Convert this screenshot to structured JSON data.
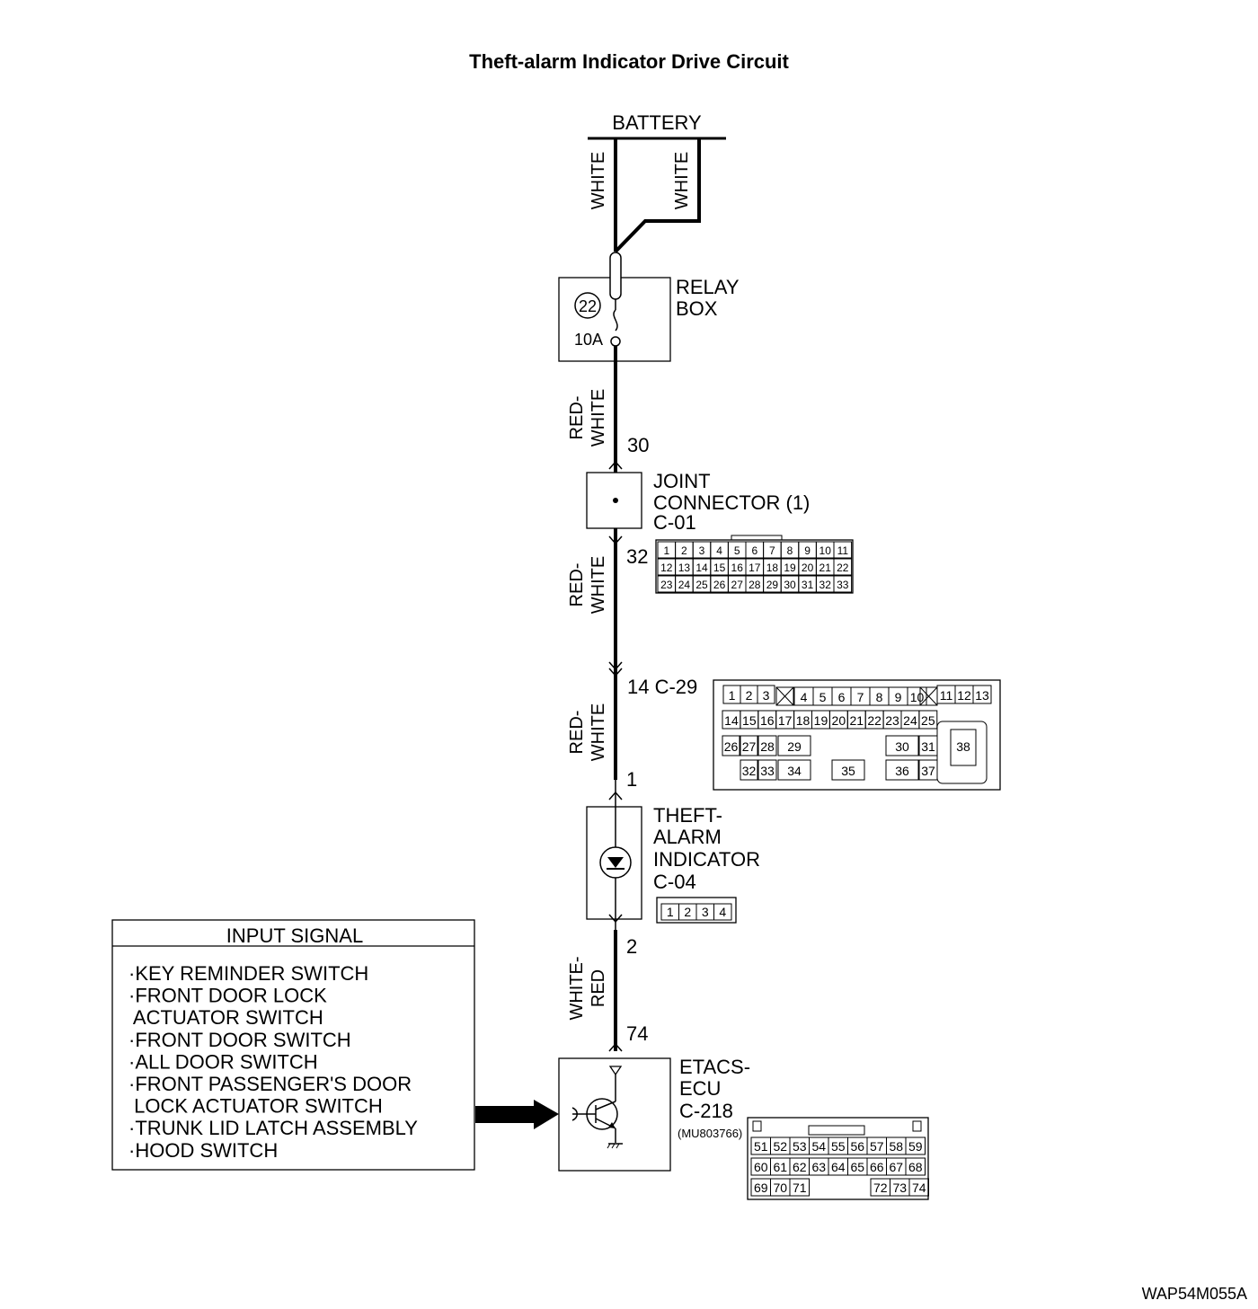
{
  "title": "Theft-alarm Indicator Drive Circuit",
  "figure_code": "WAP54M055A",
  "battery": {
    "label": "BATTERY"
  },
  "wire_colors": {
    "battery_left": "WHITE",
    "battery_right": "WHITE",
    "relay_to_joint_1": "RED-",
    "relay_to_joint_2": "WHITE",
    "joint_to_c29_1": "RED-",
    "joint_to_c29_2": "WHITE",
    "c29_to_indicator_1": "RED-",
    "c29_to_indicator_2": "WHITE",
    "indicator_to_ecu_1": "WHITE-",
    "indicator_to_ecu_2": "RED"
  },
  "relay_box": {
    "label_line1": "RELAY",
    "label_line2": "BOX",
    "fuse_number": "22",
    "fuse_rating": "10A"
  },
  "joint_connector": {
    "label_line1": "JOINT",
    "label_line2": "CONNECTOR (1)",
    "connector_id": "C-01",
    "pin_in": "30",
    "pin_out": "32",
    "pins_row1": [
      "1",
      "2",
      "3",
      "4",
      "5",
      "6",
      "7",
      "8",
      "9",
      "10",
      "11"
    ],
    "pins_row2": [
      "12",
      "13",
      "14",
      "15",
      "16",
      "17",
      "18",
      "19",
      "20",
      "21",
      "22"
    ],
    "pins_row3": [
      "23",
      "24",
      "25",
      "26",
      "27",
      "28",
      "29",
      "30",
      "31",
      "32",
      "33"
    ]
  },
  "c29": {
    "label": "14  C-29",
    "pins_row1a": [
      "1",
      "2",
      "3"
    ],
    "pins_row1b": [
      "4",
      "5",
      "6",
      "7",
      "8",
      "9",
      "10"
    ],
    "pins_row1c": [
      "11",
      "12",
      "13"
    ],
    "pins_row2": [
      "14",
      "15",
      "16",
      "17",
      "18",
      "19",
      "20",
      "21",
      "22",
      "23",
      "24",
      "25"
    ],
    "pins_row3": [
      "26",
      "27",
      "28",
      "29",
      "30",
      "31"
    ],
    "pins_row4": [
      "32",
      "33",
      "34",
      "35",
      "36",
      "37"
    ],
    "pin_big": "38"
  },
  "indicator": {
    "label_line1": "THEFT-",
    "label_line2": "ALARM",
    "label_line3": "INDICATOR",
    "connector_id": "C-04",
    "pin_in": "1",
    "pin_out": "2",
    "pins": [
      "1",
      "2",
      "3",
      "4"
    ]
  },
  "ecu": {
    "label_line1": "ETACS-",
    "label_line2": "ECU",
    "connector_id": "C-218",
    "part_number": "(MU803766)",
    "pin_in": "74",
    "pins_row1": [
      "51",
      "52",
      "53",
      "54",
      "55",
      "56",
      "57",
      "58",
      "59"
    ],
    "pins_row2": [
      "60",
      "61",
      "62",
      "63",
      "64",
      "65",
      "66",
      "67",
      "68"
    ],
    "pins_row3a": [
      "69",
      "70",
      "71"
    ],
    "pins_row3b": [
      "72",
      "73",
      "74"
    ]
  },
  "input_signal": {
    "header": "INPUT SIGNAL",
    "items": [
      "·KEY REMINDER SWITCH",
      "·FRONT DOOR LOCK",
      " ACTUATOR SWITCH",
      "·FRONT DOOR SWITCH",
      "·ALL DOOR SWITCH",
      "·FRONT PASSENGER'S DOOR",
      " LOCK ACTUATOR SWITCH",
      "·TRUNK LID LATCH ASSEMBLY",
      "·HOOD SWITCH"
    ]
  }
}
